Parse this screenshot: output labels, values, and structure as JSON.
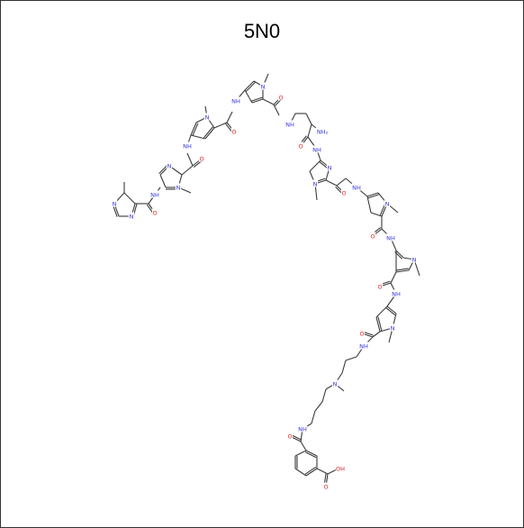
{
  "title": "5N0",
  "colors": {
    "carbon": "#3a3a3a",
    "nitrogen": "#3535d8",
    "oxygen": "#e01a1a",
    "border": "#333333"
  },
  "atom_labels": {
    "N": "N",
    "NH": "NH",
    "NH2": "NH₂",
    "O": "O",
    "OH": "OH"
  }
}
